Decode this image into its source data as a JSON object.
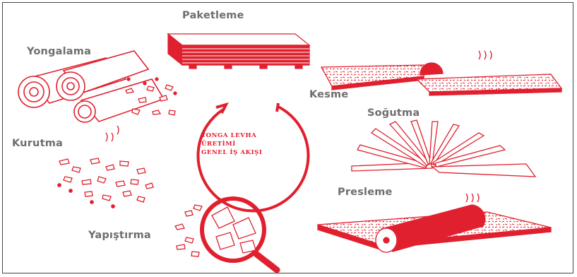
{
  "stages": {
    "packaging": "Paketleme",
    "chipping": "Yongalama",
    "cutting": "Kesme",
    "cooling": "Soğutma",
    "drying": "Kurutma",
    "pressing": "Presleme",
    "gluing": "Yapıştırma"
  },
  "center": {
    "line1": "YONGA LEVHA",
    "line2": "ÜRETİMİ",
    "line3": "GENEL İŞ AKIŞI"
  },
  "colors": {
    "accent": "#e0202e",
    "label_gray": "#6e6e6e",
    "border": "#444444"
  },
  "icons": [
    "packaging-stack-icon",
    "logs-icon",
    "chips-icon",
    "board-cutting-icon",
    "cooling-fan-icon",
    "drying-chips-icon",
    "press-roller-icon",
    "magnifier-icon",
    "cycle-arrows-icon"
  ]
}
